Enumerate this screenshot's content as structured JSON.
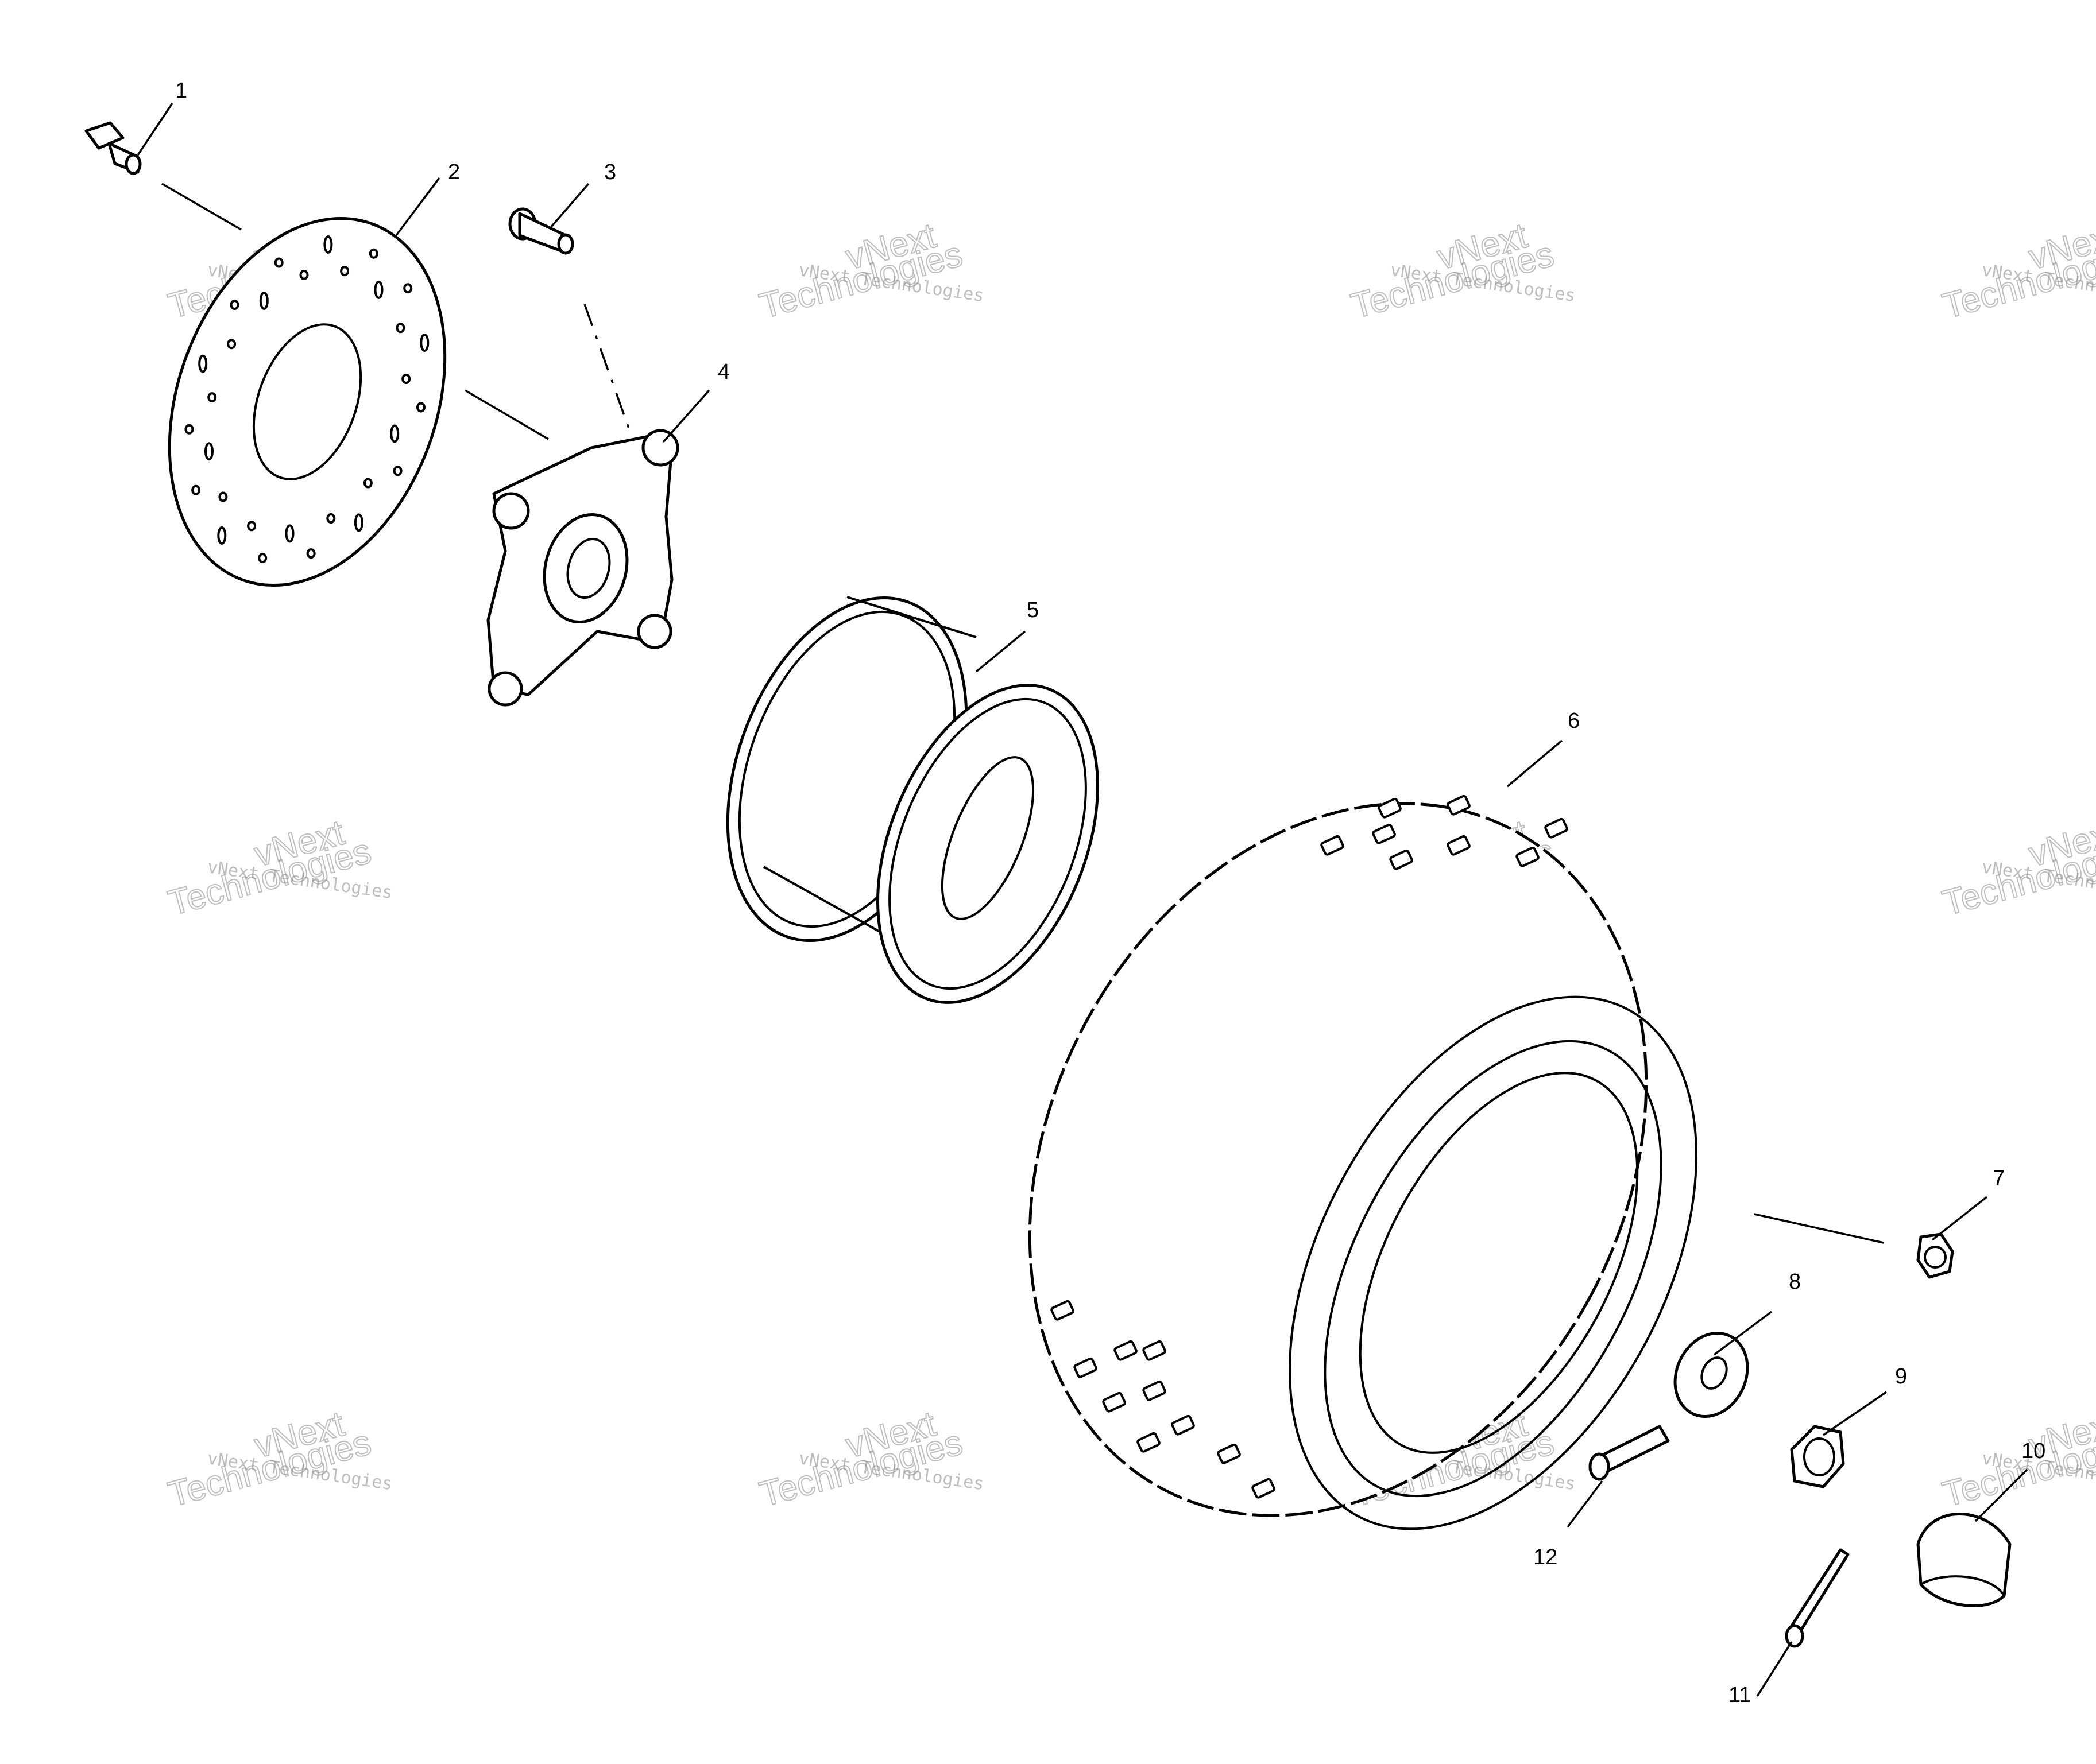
{
  "diagram": {
    "callouts": [
      {
        "id": "1",
        "label": "1"
      },
      {
        "id": "2",
        "label": "2"
      },
      {
        "id": "3",
        "label": "3"
      },
      {
        "id": "4",
        "label": "4"
      },
      {
        "id": "5",
        "label": "5"
      },
      {
        "id": "6",
        "label": "6"
      },
      {
        "id": "7",
        "label": "7"
      },
      {
        "id": "8",
        "label": "8"
      },
      {
        "id": "9",
        "label": "9"
      },
      {
        "id": "10",
        "label": "10"
      },
      {
        "id": "11",
        "label": "11"
      },
      {
        "id": "12",
        "label": "12"
      }
    ],
    "watermark": {
      "line1": "vNext Technologies",
      "line2a": "vNext",
      "line2b": "Technologies"
    }
  }
}
